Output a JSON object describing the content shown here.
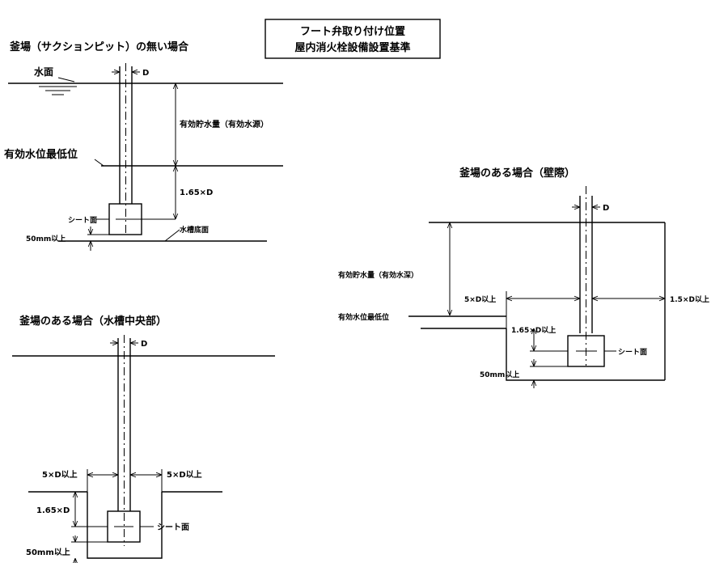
{
  "title": {
    "line1": "フート弁取り付け位置",
    "line2": "屋内消火栓設備設置基準"
  },
  "diagram1": {
    "heading": "釜場（サクションピット）の無い場合",
    "water_surface": "水面",
    "d_label": "D",
    "effective_volume": "有効貯水量（有効水源）",
    "min_level": "有効水位最低位",
    "dim_165": "1.65×D",
    "seat": "シート面",
    "clearance": "50mm以上",
    "tank_bottom": "水槽底面"
  },
  "diagram2": {
    "heading": "釜場のある場合（水槽中央部）",
    "d_label": "D",
    "left_5d": "5×D以上",
    "right_5d": "5×D以上",
    "dim_165": "1.65×D",
    "seat": "シート面",
    "clearance": "50mm以上"
  },
  "diagram3": {
    "heading": "釜場のある場合（壁際）",
    "d_label": "D",
    "effective_volume": "有効貯水量（有効水深）",
    "min_level": "有効水位最低位",
    "left_5d": "5×D以上",
    "right_15d": "1.5×D以上",
    "dim_165": "1.65×D以上",
    "seat": "シート面",
    "clearance": "50mm以上"
  }
}
